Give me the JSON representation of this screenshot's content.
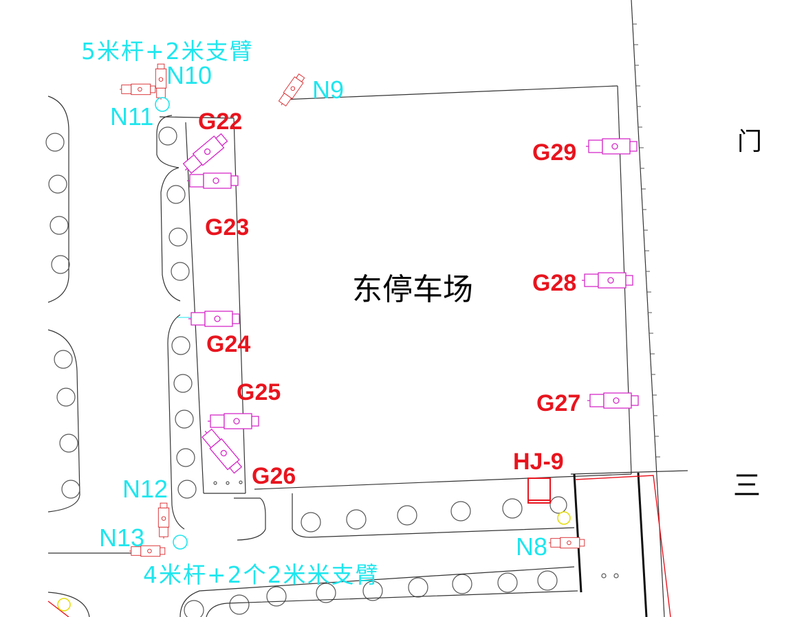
{
  "area_label": "东停车场",
  "notes": {
    "top": "5米杆+2米支臂",
    "bottom": "4米杆+2个2米米支臂"
  },
  "cameras": {
    "G22": "G22",
    "G23": "G23",
    "G24": "G24",
    "G25": "G25",
    "G26": "G26",
    "G27": "G27",
    "G28": "G28",
    "G29": "G29"
  },
  "poles": {
    "N8": "N8",
    "N9": "N9",
    "N10": "N10",
    "N11": "N11",
    "N12": "N12",
    "N13": "N13"
  },
  "box_label": "HJ-9",
  "edge_glyphs": {
    "top_right": "门",
    "bottom_right": "三"
  },
  "colors": {
    "camera_label": "#e8141e",
    "pole_label": "#1ee6ee",
    "camera_symbol": "#d628c8",
    "lamp": "#e6de10"
  }
}
